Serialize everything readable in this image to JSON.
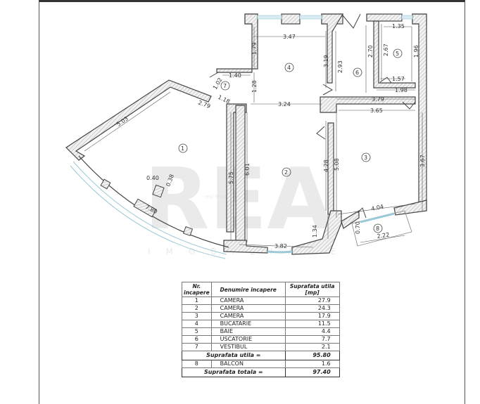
{
  "plan": {
    "rooms": [
      {
        "number": "1",
        "label": "①"
      },
      {
        "number": "2",
        "label": "②"
      },
      {
        "number": "3",
        "label": "③"
      },
      {
        "number": "4",
        "label": "④"
      },
      {
        "number": "5",
        "label": "⑤"
      },
      {
        "number": "6",
        "label": "⑥"
      },
      {
        "number": "7",
        "label": "⑦"
      },
      {
        "number": "8",
        "label": "⑧"
      }
    ],
    "dimensions": {
      "d_347": "3.47",
      "d_179": "1.79",
      "d_319": "3.19",
      "d_293": "2.93",
      "d_270": "2.70",
      "d_267": "2.67",
      "d_135": "1.35",
      "d_196": "1.96",
      "d_157": "1.57",
      "d_198": "1.98",
      "d_379": "3.79",
      "d_140": "1.40",
      "d_128": "1.28",
      "d_102": "1.02",
      "d_118": "1.18",
      "d_279": "2.79",
      "d_324": "3.24",
      "d_365": "3.65",
      "d_503": "5.03",
      "d_575": "5.75",
      "d_601": "6.01",
      "d_428": "4.28",
      "d_508": "5.08",
      "d_367": "3.67",
      "d_404": "4.04",
      "d_222": "2.22",
      "d_070": "0.70",
      "d_134": "1.34",
      "d_382": "3.82",
      "d_780": "7.80",
      "d_040": "0.40",
      "d_038": "0.38"
    },
    "watermark": {
      "logo": "REA",
      "subtitle": "IMOBILIARE",
      "small": "real imobiliare"
    }
  },
  "table": {
    "headers": {
      "nr": "Nr. incapere",
      "name": "Denumire incapere",
      "area": "Suprafata utila [mp]"
    },
    "rows": [
      {
        "nr": "1",
        "name": "CAMERA",
        "area": "27.9"
      },
      {
        "nr": "2",
        "name": "CAMERA",
        "area": "24.3"
      },
      {
        "nr": "3",
        "name": "CAMERA",
        "area": "17.9"
      },
      {
        "nr": "4",
        "name": "BUCATARIE",
        "area": "11.5"
      },
      {
        "nr": "5",
        "name": "BAIE",
        "area": "4.4"
      },
      {
        "nr": "6",
        "name": "USCATORIE",
        "area": "7.7"
      },
      {
        "nr": "7",
        "name": "VESTIBUL",
        "area": "2.1"
      }
    ],
    "useful_total": {
      "label": "Suprafata utila =",
      "value": "95.80"
    },
    "balcony": {
      "nr": "8",
      "name": "BALCON",
      "area": "1.6"
    },
    "grand_total": {
      "label": "Suprafata totala =",
      "value": "97.40"
    }
  }
}
